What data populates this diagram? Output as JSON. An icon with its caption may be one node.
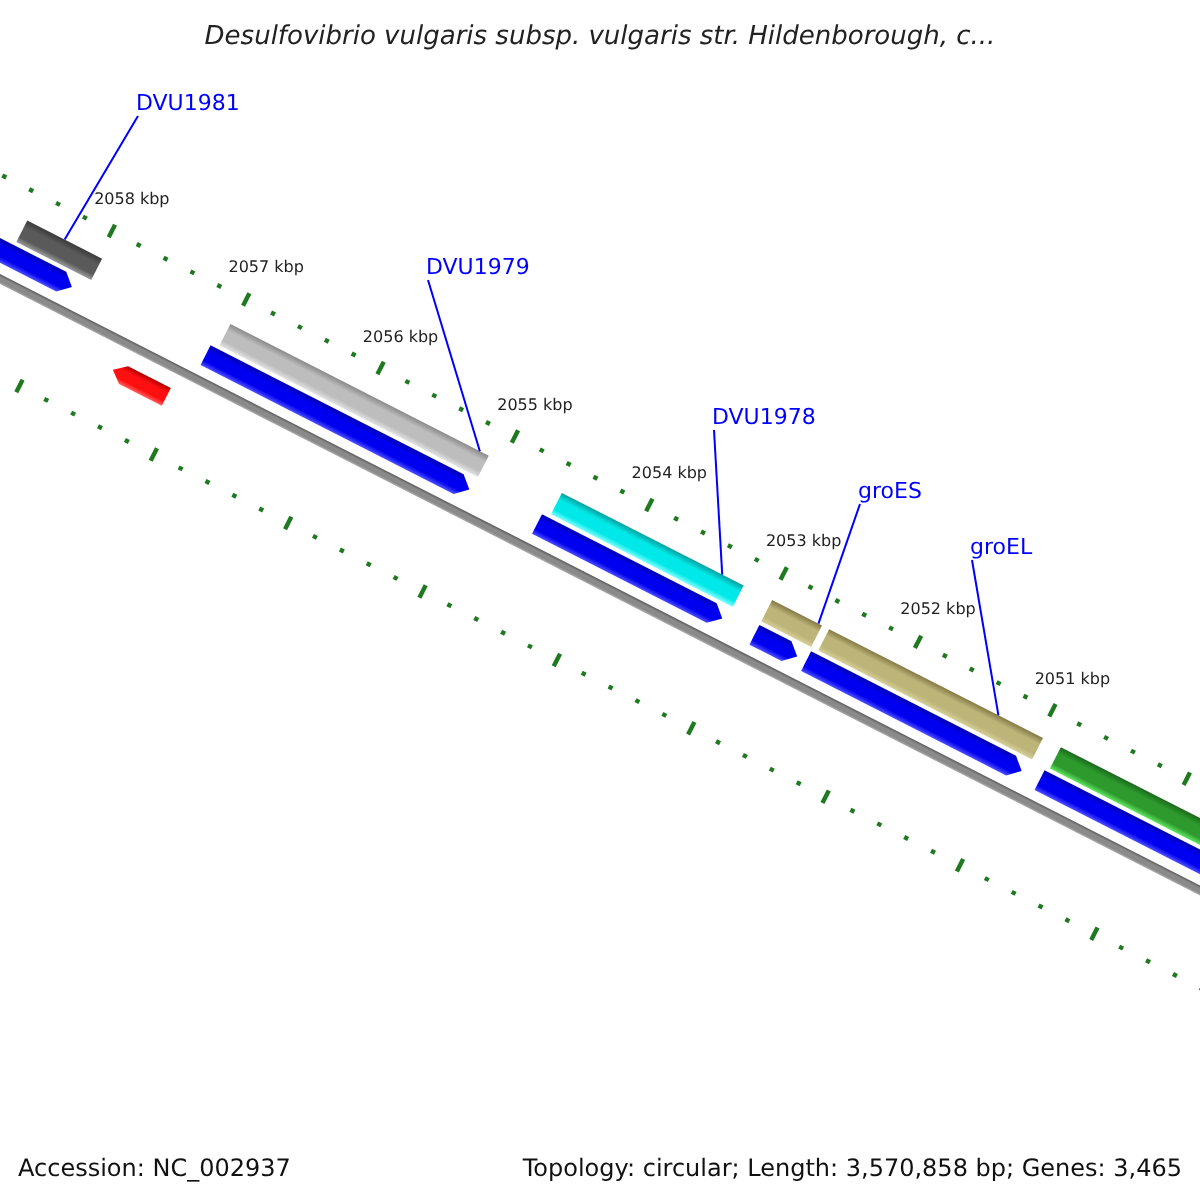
{
  "diagram": {
    "title": "Desulfovibrio vulgaris subsp. vulgaris str. Hildenborough, c...",
    "nodes": [
      {
        "text": [
          "DVU1981"
        ]
      },
      {
        "text": [
          "DVU1979"
        ]
      },
      {
        "text": [
          "DVU1978"
        ]
      },
      {
        "text": [
          "groES"
        ]
      },
      {
        "text": [
          "groEL"
        ]
      },
      {
        "text": [],
        "shape": "bar"
      },
      {
        "text": [],
        "shape": "bar"
      },
      {
        "text": [],
        "shape": "bar"
      },
      {
        "text": [],
        "shape": "bar"
      },
      {
        "text": [],
        "shape": "bar"
      }
    ],
    "edges": [
      {
        "from": 0,
        "to": 5,
        "arrow": "none"
      },
      {
        "from": 1,
        "to": 6,
        "arrow": "none"
      },
      {
        "from": 2,
        "to": 7,
        "arrow": "none"
      },
      {
        "from": 3,
        "to": 8,
        "arrow": "none"
      },
      {
        "from": 4,
        "to": 9,
        "arrow": "none"
      }
    ],
    "labels": [
      "2058 kbp",
      "2057 kbp",
      "2056 kbp",
      "2055 kbp",
      "2054 kbp",
      "2053 kbp",
      "2052 kbp",
      "2051 kbp",
      "Accession: NC_002937",
      "Topology: circular; Length: 3,570,858 bp; Genes: 3,465"
    ]
  }
}
